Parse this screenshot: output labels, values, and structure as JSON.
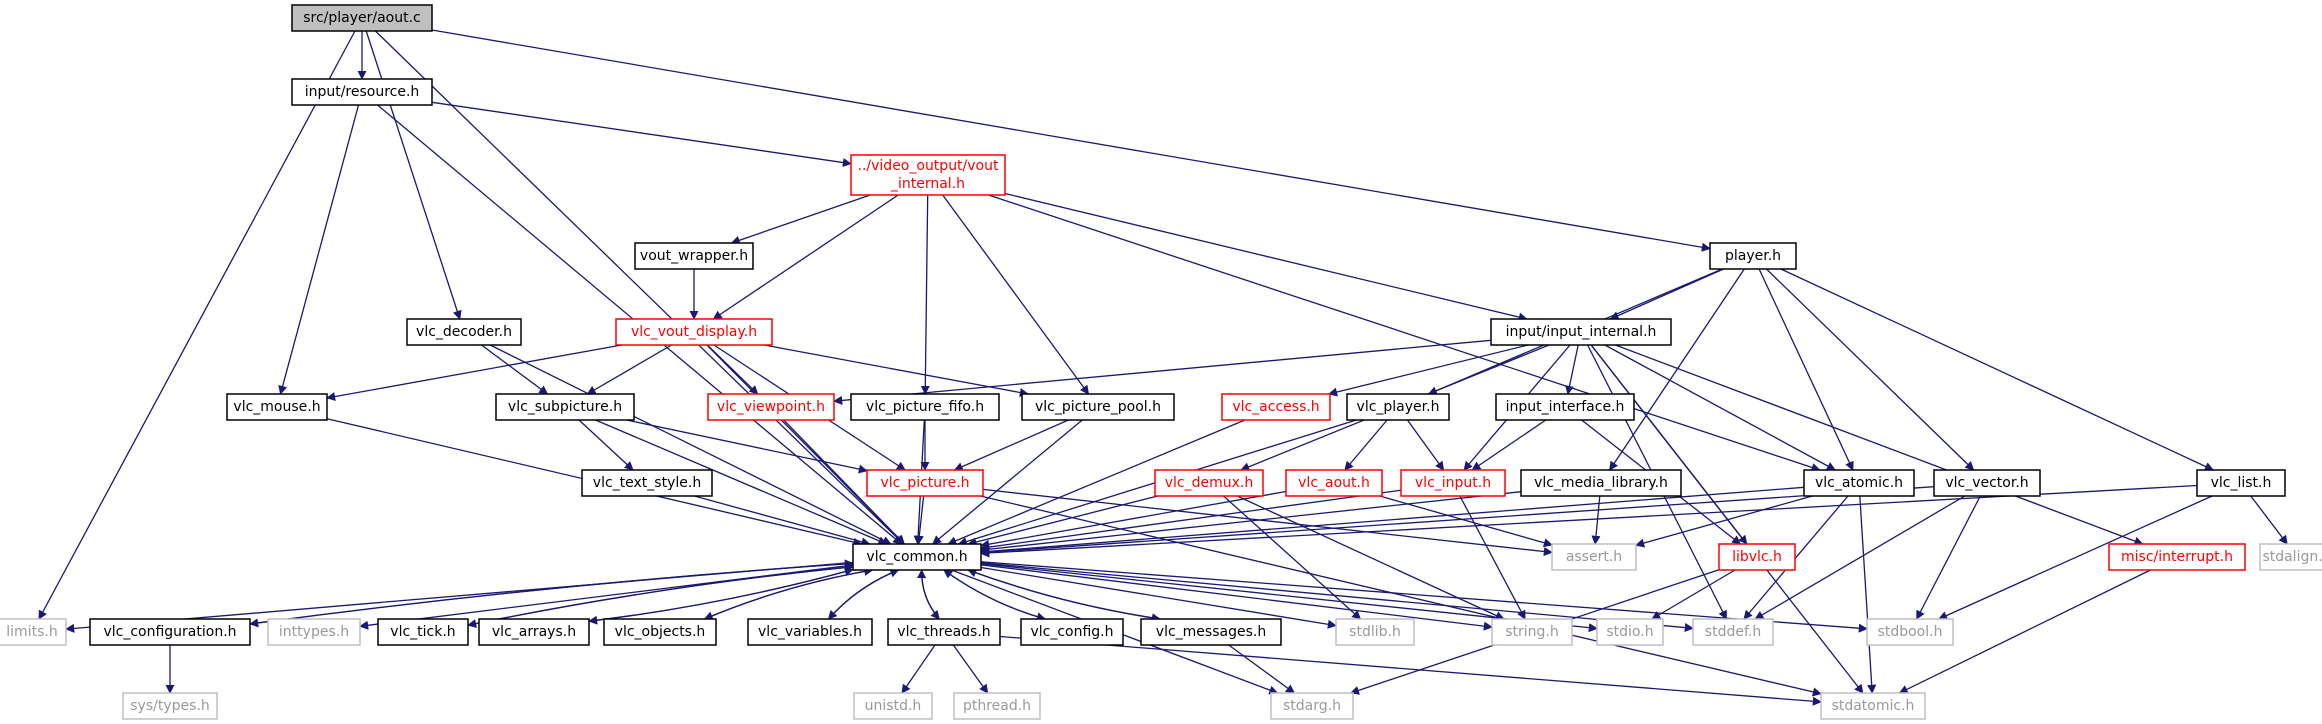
{
  "colors": {
    "edge": "#191970",
    "node_normal_border": "#000000",
    "node_normal_text": "#000000",
    "node_red_border": "#ff0000",
    "node_red_text": "#ff0000",
    "node_gray_border": "#bfbfbf",
    "node_gray_text": "#999999",
    "root_fill": "#bfbfbf"
  },
  "nodes": [
    {
      "id": "aout",
      "label": "src/player/aout.c",
      "style": "root"
    },
    {
      "id": "resource",
      "label": "input/resource.h",
      "style": "normal"
    },
    {
      "id": "vout_internal",
      "label": "../video_output/vout_internal.h",
      "style": "red"
    },
    {
      "id": "vout_wrapper",
      "label": "vout_wrapper.h",
      "style": "normal"
    },
    {
      "id": "player_h",
      "label": "player.h",
      "style": "normal"
    },
    {
      "id": "decoder",
      "label": "vlc_decoder.h",
      "style": "normal"
    },
    {
      "id": "vout_display",
      "label": "vlc_vout_display.h",
      "style": "red"
    },
    {
      "id": "input_internal",
      "label": "input/input_internal.h",
      "style": "normal"
    },
    {
      "id": "mouse",
      "label": "vlc_mouse.h",
      "style": "normal"
    },
    {
      "id": "subpicture",
      "label": "vlc_subpicture.h",
      "style": "normal"
    },
    {
      "id": "viewpoint",
      "label": "vlc_viewpoint.h",
      "style": "red"
    },
    {
      "id": "picture_fifo",
      "label": "vlc_picture_fifo.h",
      "style": "normal"
    },
    {
      "id": "picture_pool",
      "label": "vlc_picture_pool.h",
      "style": "normal"
    },
    {
      "id": "access",
      "label": "vlc_access.h",
      "style": "red"
    },
    {
      "id": "vlc_player",
      "label": "vlc_player.h",
      "style": "normal"
    },
    {
      "id": "input_interface",
      "label": "input_interface.h",
      "style": "normal"
    },
    {
      "id": "text_style",
      "label": "vlc_text_style.h",
      "style": "normal"
    },
    {
      "id": "picture",
      "label": "vlc_picture.h",
      "style": "red"
    },
    {
      "id": "demux",
      "label": "vlc_demux.h",
      "style": "red"
    },
    {
      "id": "vlc_aout",
      "label": "vlc_aout.h",
      "style": "red"
    },
    {
      "id": "vlc_input",
      "label": "vlc_input.h",
      "style": "red"
    },
    {
      "id": "media_library",
      "label": "vlc_media_library.h",
      "style": "normal"
    },
    {
      "id": "atomic",
      "label": "vlc_atomic.h",
      "style": "normal"
    },
    {
      "id": "vector",
      "label": "vlc_vector.h",
      "style": "normal"
    },
    {
      "id": "list",
      "label": "vlc_list.h",
      "style": "normal"
    },
    {
      "id": "common",
      "label": "vlc_common.h",
      "style": "normal"
    },
    {
      "id": "assert",
      "label": "assert.h",
      "style": "gray"
    },
    {
      "id": "libvlc",
      "label": "libvlc.h",
      "style": "red"
    },
    {
      "id": "interrupt",
      "label": "misc/interrupt.h",
      "style": "red"
    },
    {
      "id": "stdalign",
      "label": "stdalign.h",
      "style": "gray"
    },
    {
      "id": "limits",
      "label": "limits.h",
      "style": "gray"
    },
    {
      "id": "configuration",
      "label": "vlc_configuration.h",
      "style": "normal"
    },
    {
      "id": "inttypes",
      "label": "inttypes.h",
      "style": "gray"
    },
    {
      "id": "tick",
      "label": "vlc_tick.h",
      "style": "normal"
    },
    {
      "id": "arrays",
      "label": "vlc_arrays.h",
      "style": "normal"
    },
    {
      "id": "objects",
      "label": "vlc_objects.h",
      "style": "normal"
    },
    {
      "id": "variables",
      "label": "vlc_variables.h",
      "style": "normal"
    },
    {
      "id": "threads",
      "label": "vlc_threads.h",
      "style": "normal"
    },
    {
      "id": "config",
      "label": "vlc_config.h",
      "style": "normal"
    },
    {
      "id": "messages",
      "label": "vlc_messages.h",
      "style": "normal"
    },
    {
      "id": "stdlib",
      "label": "stdlib.h",
      "style": "gray"
    },
    {
      "id": "string",
      "label": "string.h",
      "style": "gray"
    },
    {
      "id": "stdio",
      "label": "stdio.h",
      "style": "gray"
    },
    {
      "id": "stddef",
      "label": "stddef.h",
      "style": "gray"
    },
    {
      "id": "stdbool",
      "label": "stdbool.h",
      "style": "gray"
    },
    {
      "id": "systypes",
      "label": "sys/types.h",
      "style": "gray"
    },
    {
      "id": "unistd",
      "label": "unistd.h",
      "style": "gray"
    },
    {
      "id": "pthread",
      "label": "pthread.h",
      "style": "gray"
    },
    {
      "id": "stdarg",
      "label": "stdarg.h",
      "style": "gray"
    },
    {
      "id": "stdatomic",
      "label": "stdatomic.h",
      "style": "gray"
    }
  ],
  "edges": [
    [
      "aout",
      "resource"
    ],
    [
      "aout",
      "decoder"
    ],
    [
      "aout",
      "player_h"
    ],
    [
      "aout",
      "common"
    ],
    [
      "aout",
      "limits"
    ],
    [
      "resource",
      "vout_internal"
    ],
    [
      "resource",
      "mouse"
    ],
    [
      "resource",
      "common"
    ],
    [
      "vout_internal",
      "vout_wrapper"
    ],
    [
      "vout_internal",
      "vout_display"
    ],
    [
      "vout_internal",
      "picture_fifo"
    ],
    [
      "vout_internal",
      "picture_pool"
    ],
    [
      "vout_internal",
      "input_internal"
    ],
    [
      "vout_internal",
      "atomic"
    ],
    [
      "vout_wrapper",
      "vout_display"
    ],
    [
      "player_h",
      "input_internal"
    ],
    [
      "player_h",
      "vlc_player"
    ],
    [
      "player_h",
      "media_library"
    ],
    [
      "player_h",
      "atomic"
    ],
    [
      "player_h",
      "vector"
    ],
    [
      "player_h",
      "list"
    ],
    [
      "decoder",
      "subpicture"
    ],
    [
      "decoder",
      "common"
    ],
    [
      "vout_display",
      "mouse"
    ],
    [
      "vout_display",
      "subpicture"
    ],
    [
      "vout_display",
      "viewpoint"
    ],
    [
      "vout_display",
      "picture"
    ],
    [
      "vout_display",
      "picture_pool"
    ],
    [
      "vout_display",
      "common"
    ],
    [
      "input_internal",
      "viewpoint"
    ],
    [
      "input_internal",
      "access"
    ],
    [
      "input_internal",
      "input_interface"
    ],
    [
      "input_internal",
      "demux"
    ],
    [
      "input_internal",
      "vlc_input"
    ],
    [
      "input_internal",
      "atomic"
    ],
    [
      "input_internal",
      "libvlc"
    ],
    [
      "input_internal",
      "interrupt"
    ],
    [
      "input_internal",
      "stddef"
    ],
    [
      "input_internal",
      "stdatomic"
    ],
    [
      "mouse",
      "common"
    ],
    [
      "subpicture",
      "text_style"
    ],
    [
      "subpicture",
      "picture"
    ],
    [
      "subpicture",
      "common"
    ],
    [
      "viewpoint",
      "common"
    ],
    [
      "picture_fifo",
      "picture"
    ],
    [
      "picture_fifo",
      "common"
    ],
    [
      "picture_pool",
      "picture"
    ],
    [
      "picture_pool",
      "common"
    ],
    [
      "access",
      "common"
    ],
    [
      "vlc_player",
      "vlc_aout"
    ],
    [
      "vlc_player",
      "vlc_input"
    ],
    [
      "vlc_player",
      "common"
    ],
    [
      "input_interface",
      "vlc_input"
    ],
    [
      "input_interface",
      "libvlc"
    ],
    [
      "text_style",
      "common"
    ],
    [
      "picture",
      "common"
    ],
    [
      "picture",
      "assert"
    ],
    [
      "picture",
      "stdatomic"
    ],
    [
      "demux",
      "common"
    ],
    [
      "demux",
      "stdlib"
    ],
    [
      "demux",
      "string"
    ],
    [
      "vlc_aout",
      "common"
    ],
    [
      "vlc_aout",
      "assert"
    ],
    [
      "vlc_input",
      "common"
    ],
    [
      "vlc_input",
      "string"
    ],
    [
      "media_library",
      "common"
    ],
    [
      "media_library",
      "assert"
    ],
    [
      "atomic",
      "common"
    ],
    [
      "atomic",
      "assert"
    ],
    [
      "atomic",
      "stddef"
    ],
    [
      "atomic",
      "stdatomic"
    ],
    [
      "vector",
      "common"
    ],
    [
      "vector",
      "stdbool"
    ],
    [
      "vector",
      "stddef"
    ],
    [
      "list",
      "common"
    ],
    [
      "list",
      "stdalign"
    ],
    [
      "list",
      "stdbool"
    ],
    [
      "libvlc",
      "stdio"
    ],
    [
      "libvlc",
      "stdarg"
    ],
    [
      "interrupt",
      "stdatomic"
    ],
    [
      "common",
      "limits"
    ],
    [
      "common",
      "configuration"
    ],
    [
      "common",
      "inttypes"
    ],
    [
      "common",
      "tick"
    ],
    [
      "common",
      "arrays"
    ],
    [
      "common",
      "objects"
    ],
    [
      "common",
      "variables"
    ],
    [
      "common",
      "threads"
    ],
    [
      "common",
      "config"
    ],
    [
      "common",
      "messages"
    ],
    [
      "common",
      "stdlib"
    ],
    [
      "common",
      "string"
    ],
    [
      "common",
      "stdio"
    ],
    [
      "common",
      "stddef"
    ],
    [
      "common",
      "stdbool"
    ],
    [
      "common",
      "stdarg"
    ],
    [
      "configuration",
      "common"
    ],
    [
      "configuration",
      "systypes"
    ],
    [
      "tick",
      "common"
    ],
    [
      "arrays",
      "common"
    ],
    [
      "objects",
      "common"
    ],
    [
      "variables",
      "common"
    ],
    [
      "threads",
      "common"
    ],
    [
      "threads",
      "unistd"
    ],
    [
      "threads",
      "pthread"
    ],
    [
      "threads",
      "stdatomic"
    ],
    [
      "config",
      "common"
    ],
    [
      "messages",
      "common"
    ],
    [
      "messages",
      "stdarg"
    ]
  ]
}
